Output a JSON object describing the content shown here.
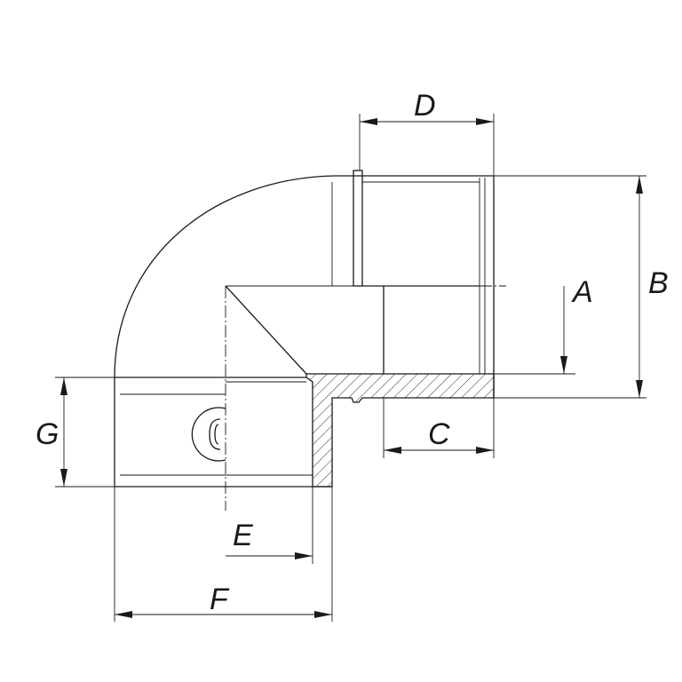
{
  "drawing": {
    "subject": "elbow-fitting-cross-section",
    "dimension_labels": {
      "a": "A",
      "b": "B",
      "c": "C",
      "d": "D",
      "e": "E",
      "f": "F",
      "g": "G"
    },
    "colors": {
      "line": "#1a1a1a",
      "background": "#ffffff"
    }
  }
}
